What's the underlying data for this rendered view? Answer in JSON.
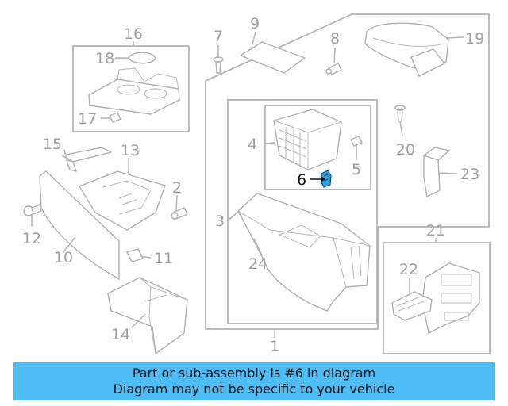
{
  "callouts": [
    "1",
    "2",
    "3",
    "4",
    "5",
    "6",
    "7",
    "8",
    "9",
    "10",
    "11",
    "12",
    "13",
    "14",
    "15",
    "16",
    "17",
    "18",
    "19",
    "20",
    "21",
    "22",
    "23",
    "24"
  ],
  "highlighted": "6",
  "colors": {
    "highlight_part": "#2b9fe0",
    "banner_bg": "#4fbdf5",
    "line_gray": "#b4b4b4"
  },
  "banner": {
    "line1": "Part or sub-assembly is #6 in diagram",
    "line2": "Diagram may not be specific to your vehicle"
  }
}
